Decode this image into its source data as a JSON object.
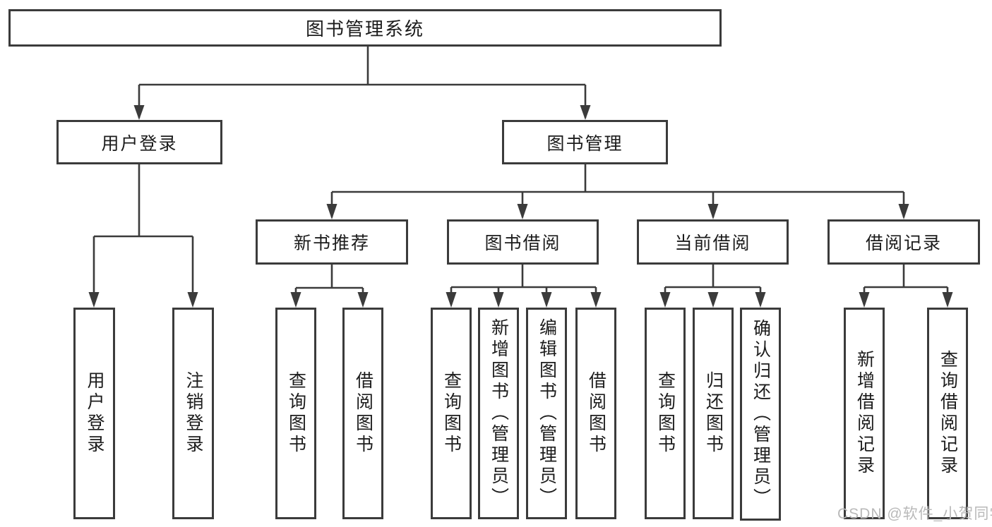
{
  "diagram": {
    "type": "hierarchy-tree",
    "tree": {
      "label": "图书管理系统",
      "children": [
        {
          "label": "用户登录",
          "children": [
            {
              "label": "用户登录"
            },
            {
              "label": "注销登录"
            }
          ]
        },
        {
          "label": "图书管理",
          "children": [
            {
              "label": "新书推荐",
              "children": [
                {
                  "label": "查询图书"
                },
                {
                  "label": "借阅图书"
                }
              ]
            },
            {
              "label": "图书借阅",
              "children": [
                {
                  "label": "查询图书"
                },
                {
                  "label": "新增图书（管理员）"
                },
                {
                  "label": "编辑图书（管理员）"
                },
                {
                  "label": "借阅图书"
                }
              ]
            },
            {
              "label": "当前借阅",
              "children": [
                {
                  "label": "查询图书"
                },
                {
                  "label": "归还图书"
                },
                {
                  "label": "确认归还（管理员）"
                }
              ]
            },
            {
              "label": "借阅记录",
              "children": [
                {
                  "label": "新增借阅记录"
                },
                {
                  "label": "查询借阅记录"
                }
              ]
            }
          ]
        }
      ]
    },
    "colors": {
      "line": "#3b3b3b",
      "box_border": "#3b3b3b",
      "box_fill": "#ffffff",
      "text": "#1c1c1c",
      "background": "#ffffff",
      "watermark": "#b9b9b9"
    }
  },
  "watermark": {
    "text": "CSDN @软件_小贺同学"
  }
}
